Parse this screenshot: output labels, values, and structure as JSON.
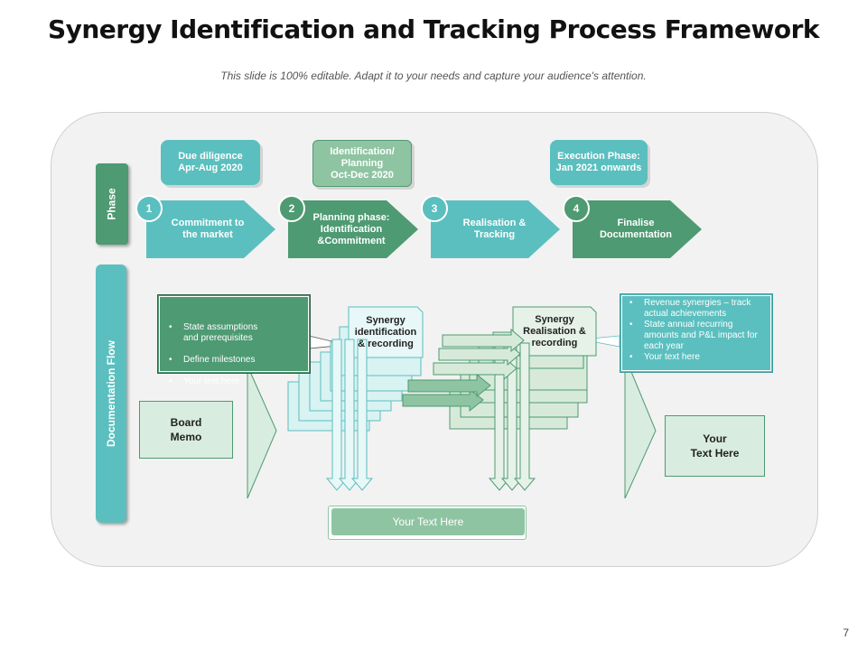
{
  "title": "Synergy Identification and Tracking Process Framework",
  "subtitle": "This slide is 100% editable. Adapt it to your needs and capture your audience's attention.",
  "side_labels": {
    "phase": "Phase",
    "documentation_flow": "Documentation Flow"
  },
  "phases": [
    {
      "label": "Due diligence\nApr-Aug 2020"
    },
    {
      "label": "Identification/\nPlanning\nOct-Dec 2020"
    },
    {
      "label": "Execution Phase:\nJan 2021 onwards"
    }
  ],
  "steps": [
    {
      "number": "1",
      "label": "Commitment to\nthe market"
    },
    {
      "number": "2",
      "label": "Planning phase:\nIdentification\n&Commitment"
    },
    {
      "number": "3",
      "label": "Realisation &\nTracking"
    },
    {
      "number": "4",
      "label": "Finalise\nDocumentation"
    }
  ],
  "left_callout": {
    "bullets": [
      "State assumptions\nand prerequisites",
      "Define milestones",
      "Your text here"
    ]
  },
  "right_callout": {
    "bullets": [
      "Revenue synergies – track actual achievements",
      "State annual recurring amounts and P&L impact for each year",
      "Your text here"
    ]
  },
  "stack_labels": {
    "identification": "Synergy\nidentification\n& recording",
    "realisation": "Synergy\nRealisation &\nrecording"
  },
  "board_memo": "Board\nMemo",
  "your_text_right": "Your\nText Here",
  "bottom_box": "Your Text Here",
  "page_number": "7",
  "colors": {
    "teal": "#5bbfbf",
    "green": "#4e9a72",
    "light_teal": "#d9f2f2",
    "light_green": "#d7ead9",
    "mint": "#8fc4a2"
  }
}
